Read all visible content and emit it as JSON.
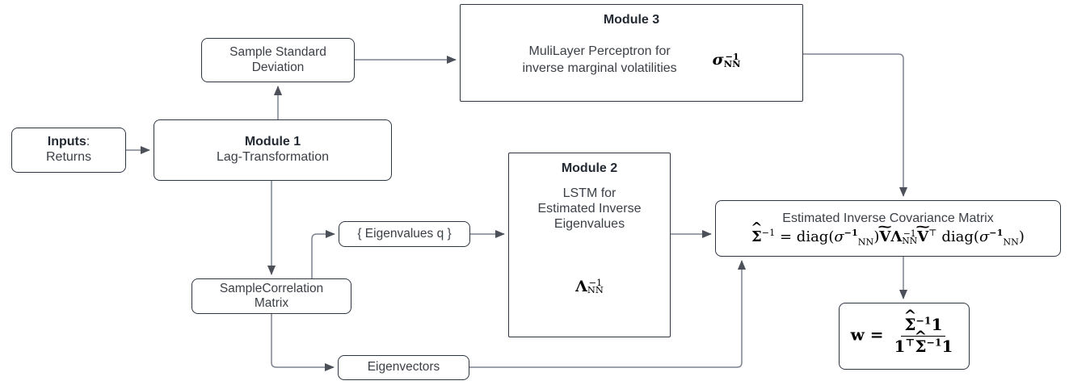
{
  "diagram": {
    "title": "Inverse covariance estimation pipeline",
    "colors": {
      "stroke": "#2f3542",
      "text": "#3b3f46",
      "wire": "#6b7280",
      "background": "#ffffff"
    },
    "nodes": {
      "inputs": {
        "label_bold": "Inputs",
        "label_colon": ":",
        "label_sub": "Returns"
      },
      "module1": {
        "title": "Module 1",
        "body": "Lag-Transformation"
      },
      "sample_std": {
        "line1": "Sample Standard",
        "line2": "Deviation"
      },
      "module3": {
        "title": "Module 3",
        "body_line1": "MuliLayer Perceptron for",
        "body_line2": "inverse marginal volatilities",
        "symbol_base": "σ",
        "symbol_sup": "−1",
        "symbol_sub": "NN"
      },
      "sample_corr": {
        "line1": "SampleCorrelation",
        "line2": "Matrix"
      },
      "eigenvalues": {
        "label": "{ Eigenvalues  q }"
      },
      "eigenvectors": {
        "label": "Eigenvectors"
      },
      "module2": {
        "title": "Module 2",
        "body_line1": "LSTM for",
        "body_line2": "Estimated Inverse",
        "body_line3": "Eigenvalues",
        "symbol_base": "Λ",
        "symbol_sup": "−1",
        "symbol_sub": "NN"
      },
      "covariance": {
        "caption": "Estimated Inverse Covariance Matrix",
        "formula_plain": "Σ̂⁻¹ = diag(σ⁻¹NN) Ṽ Λ⁻¹NN Ṽᵀ diag(σ⁻¹NN)",
        "lhs_base": "Σ",
        "lhs_sup": "−1",
        "equals": "=",
        "diag": "diag(",
        "sigma": "σ",
        "sigma_sup": "−1",
        "sigma_sub": "NN",
        "close": ")",
        "vmat": "V",
        "lambda": "Λ",
        "lambda_sup": "−1",
        "lambda_sub": "NN",
        "transpose": "⊤"
      },
      "weights": {
        "w": "w",
        "equals": "=",
        "numerator_sigma": "Σ",
        "numerator_sup": "−1",
        "numerator_one": "1",
        "denominator_one": "1",
        "denominator_transpose": "⊤",
        "denominator_sigma": "Σ",
        "denominator_sup": "−1",
        "denominator_one2": "1",
        "formula_plain": "w = Σ̂⁻¹1 / (1ᵀΣ̂⁻¹1)"
      }
    },
    "edges": [
      {
        "name": "inputs-to-module1",
        "from": "inputs",
        "to": "module1"
      },
      {
        "name": "module1-to-sample-std",
        "from": "module1",
        "to": "sample_std"
      },
      {
        "name": "sample-std-to-module3",
        "from": "sample_std",
        "to": "module3"
      },
      {
        "name": "module1-to-sample-corr",
        "from": "module1",
        "to": "sample_corr"
      },
      {
        "name": "sample-corr-to-eigenvalues",
        "from": "sample_corr",
        "to": "eigenvalues"
      },
      {
        "name": "sample-corr-to-eigenvectors",
        "from": "sample_corr",
        "to": "eigenvectors"
      },
      {
        "name": "eigenvalues-to-module2",
        "from": "eigenvalues",
        "to": "module2"
      },
      {
        "name": "module2-to-covariance",
        "from": "module2",
        "to": "covariance"
      },
      {
        "name": "module3-to-covariance",
        "from": "module3",
        "to": "covariance"
      },
      {
        "name": "eigenvectors-to-covariance",
        "from": "eigenvectors",
        "to": "covariance"
      },
      {
        "name": "covariance-to-weights",
        "from": "covariance",
        "to": "weights"
      }
    ]
  }
}
